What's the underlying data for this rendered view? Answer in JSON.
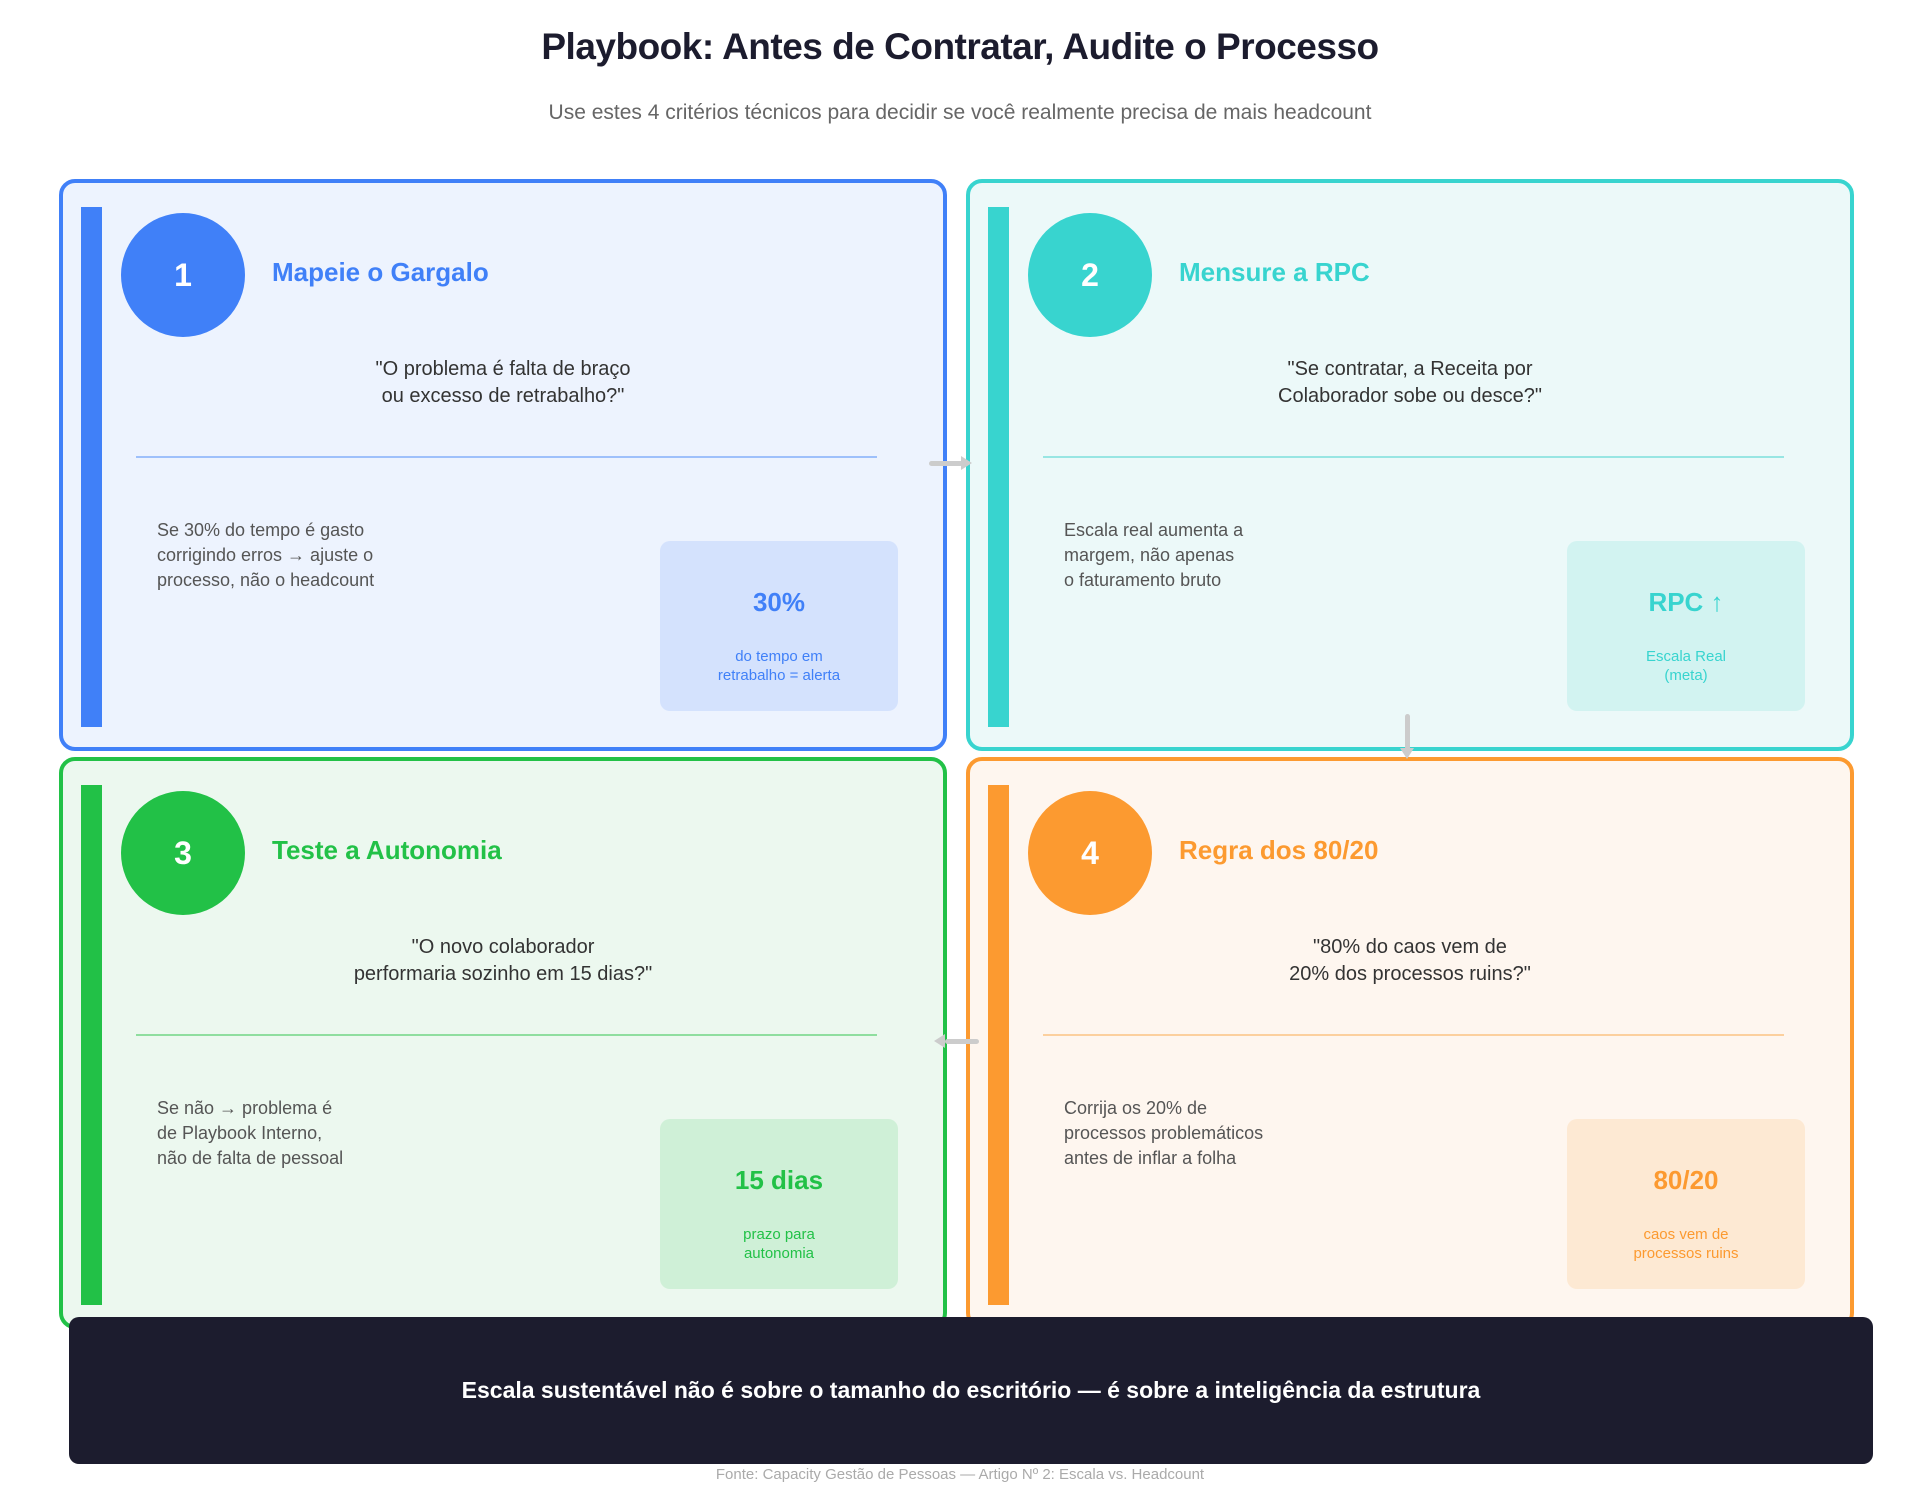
{
  "header": {
    "title": "Playbook: Antes de Contratar, Audite o Processo",
    "subtitle": "Use estes 4 critérios técnicos para decidir se você realmente precisa de mais headcount"
  },
  "cards": [
    {
      "number": "1",
      "title": "Mapeie o Gargalo",
      "question": "\"O problema é falta de braço\nou excesso de retrabalho?\"",
      "body": "Se 30% do tempo é gasto\ncorrigindo erros → ajuste o\nprocesso, não o headcount",
      "stat_value": "30%",
      "stat_label": "do tempo em\nretrabalho = alerta",
      "colors": {
        "accent": "#4080f8",
        "bg": "#edf3fe",
        "stat_bg": "#d4e2fd",
        "divider": "#9ec0fb"
      }
    },
    {
      "number": "2",
      "title": "Mensure a RPC",
      "question": "\"Se contratar, a Receita por\nColaborador sobe ou desce?\"",
      "body": "Escala real aumenta a\nmargem, não apenas\no faturamento bruto",
      "stat_value": "RPC ↑",
      "stat_label": "Escala Real\n(meta)",
      "colors": {
        "accent": "#38d4cf",
        "bg": "#ecf9f9",
        "stat_bg": "#d2f3f1",
        "divider": "#98e6e3"
      }
    },
    {
      "number": "3",
      "title": "Teste a Autonomia",
      "question": "\"O novo colaborador\nperformaria sozinho em 15 dias?\"",
      "body": "Se não → problema é\nde Playbook Interno,\nnão de falta de pessoal",
      "stat_value": "15 dias",
      "stat_label": "prazo para\nautonomia",
      "colors": {
        "accent": "#22c147",
        "bg": "#ecf8ef",
        "stat_bg": "#cff0d7",
        "divider": "#8fde9f"
      }
    },
    {
      "number": "4",
      "title": "Regra dos 80/20",
      "question": "\"80% do caos vem de\n20% dos processos ruins?\"",
      "body": "Corrija os 20% de\nprocessos problemáticos\nantes de inflar a folha",
      "stat_value": "80/20",
      "stat_label": "caos vem de\nprocessos ruins",
      "colors": {
        "accent": "#fc9a30",
        "bg": "#fef6ef",
        "stat_bg": "#fde9d3",
        "divider": "#fcd09e"
      }
    }
  ],
  "banner": {
    "text": "Escala sustentável não é sobre o tamanho do escritório — é sobre a inteligência da estrutura",
    "bg": "#1c1c2e"
  },
  "footer": {
    "source": "Fonte: Capacity Gestão de Pessoas — Artigo Nº 2: Escala vs. Headcount"
  },
  "flow": [
    "1 → 2",
    "2 → 4",
    "4 → 3"
  ]
}
